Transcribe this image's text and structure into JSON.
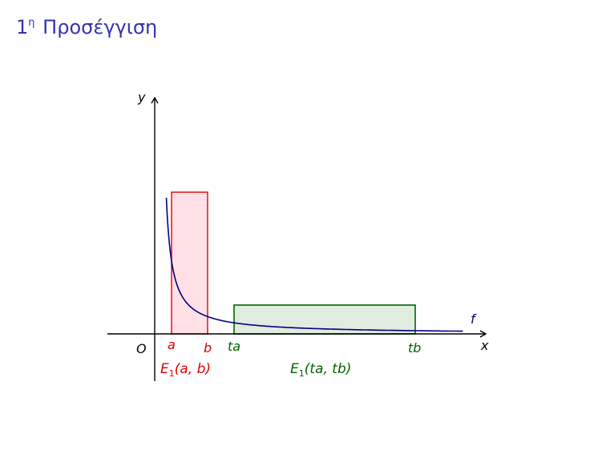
{
  "slide": {
    "title_number": "1",
    "title_superscript": "η",
    "title_text": "Προσέγγιση"
  },
  "diagram": {
    "axis_labels": {
      "x": "x",
      "y": "y",
      "origin": "O"
    },
    "curve_label": "f",
    "points": {
      "a": "a",
      "b": "b",
      "ta": "ta",
      "tb": "tb"
    },
    "regions": {
      "left": {
        "label": "E",
        "subscript": "1",
        "args": "(a, b)"
      },
      "right": {
        "label": "E",
        "subscript": "1",
        "args": "(ta, tb)"
      }
    },
    "colors": {
      "title": "#3333b3",
      "curve": "#000080",
      "left_region": "#e00000",
      "right_region": "#006400"
    }
  }
}
